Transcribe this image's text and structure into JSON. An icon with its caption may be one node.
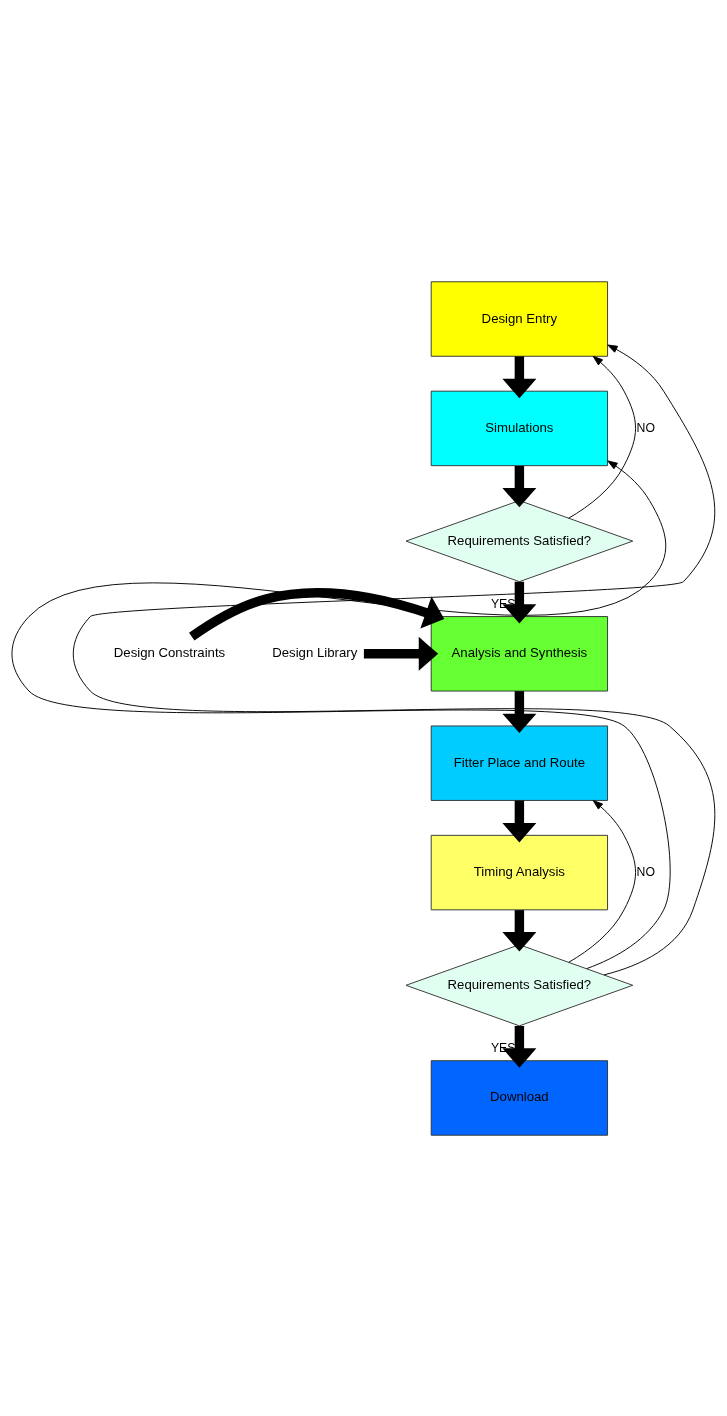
{
  "diagram": {
    "nodes": [
      {
        "text": [
          "Design Entry"
        ]
      },
      {
        "text": [
          "Simulations"
        ]
      },
      {
        "text": [
          "Requirements Satisfied?"
        ]
      },
      {
        "text": [
          "Analysis and Synthesis"
        ]
      },
      {
        "text": [
          "Fitter Place and Route"
        ]
      },
      {
        "text": [
          "Timing Analysis"
        ]
      },
      {
        "text": [
          "Requirements Satisfied?"
        ]
      },
      {
        "text": [
          "Download"
        ]
      },
      {
        "text": [
          "Design Constraints"
        ]
      },
      {
        "text": [
          "Design Library"
        ]
      }
    ],
    "edges": [
      {
        "from": 0,
        "to": 1,
        "arrow": "to"
      },
      {
        "from": 1,
        "to": 2,
        "arrow": "to"
      },
      {
        "from": 2,
        "to": 3,
        "arrow": "to",
        "label": "YES"
      },
      {
        "from": 8,
        "to": 3,
        "arrow": "to"
      },
      {
        "from": 9,
        "to": 3,
        "arrow": "to"
      },
      {
        "from": 3,
        "to": 4,
        "arrow": "to"
      },
      {
        "from": 4,
        "to": 5,
        "arrow": "to"
      },
      {
        "from": 5,
        "to": 6,
        "arrow": "to"
      },
      {
        "from": 6,
        "to": 7,
        "arrow": "to",
        "label": "YES"
      },
      {
        "from": 2,
        "to": 0,
        "arrow": "to",
        "label": "NO"
      },
      {
        "from": 6,
        "to": 4,
        "arrow": "to",
        "label": "NO"
      },
      {
        "from": 6,
        "to": 1,
        "arrow": "to"
      },
      {
        "from": 6,
        "to": 0,
        "arrow": "to"
      }
    ]
  }
}
